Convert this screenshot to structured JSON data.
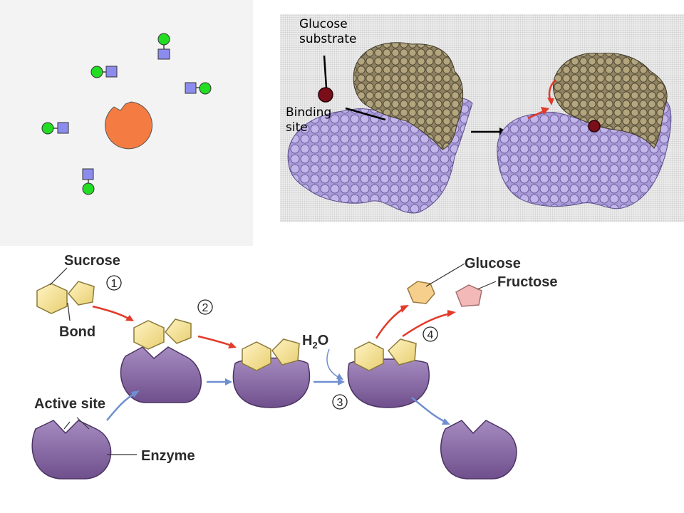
{
  "panel_b": {
    "glucose_label_line1": "Glucose",
    "glucose_label_line2": "substrate",
    "binding_label_line1": "Binding",
    "binding_label_line2": "site"
  },
  "panel_c": {
    "sucrose": "Sucrose",
    "bond": "Bond",
    "active_site": "Active site",
    "enzyme": "Enzyme",
    "water": "H",
    "water_sub": "2",
    "water_tail": "O",
    "glucose": "Glucose",
    "fructose": "Fructose",
    "step1": "1",
    "step2": "2",
    "step3": "3",
    "step4": "4"
  },
  "colors": {
    "substrate_green": "#22dd22",
    "substrate_blue": "#8c8cee",
    "enzyme_orange": "#f47c42",
    "protein_lavender": "#a99ad8",
    "protein_tan": "#a89a74",
    "red_arrow": "#e23b2a",
    "blue_arrow": "#6f8fd0",
    "enzyme_purple": "#8c6aa8",
    "sugar_yellow": "#f5e39a",
    "fructose_pink": "#f3b8b8"
  }
}
